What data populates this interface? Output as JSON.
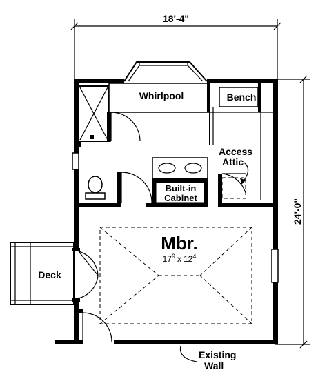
{
  "dimensions": {
    "width": "18'-4\"",
    "depth": "24'-0\""
  },
  "rooms": {
    "whirlpool": "Whirlpool",
    "bench": "Bench",
    "access_attic_line1": "Access",
    "access_attic_line2": "Attic",
    "builtin_line1": "Built-in",
    "builtin_line2": "Cabinet",
    "master": "Mbr.",
    "master_size": {
      "w_feet": "17",
      "w_inch": "9",
      "sep": "x",
      "d_feet": "12",
      "d_inch": "4"
    },
    "deck": "Deck"
  },
  "notes": {
    "existing_line1": "Existing",
    "existing_line2": "Wall"
  }
}
